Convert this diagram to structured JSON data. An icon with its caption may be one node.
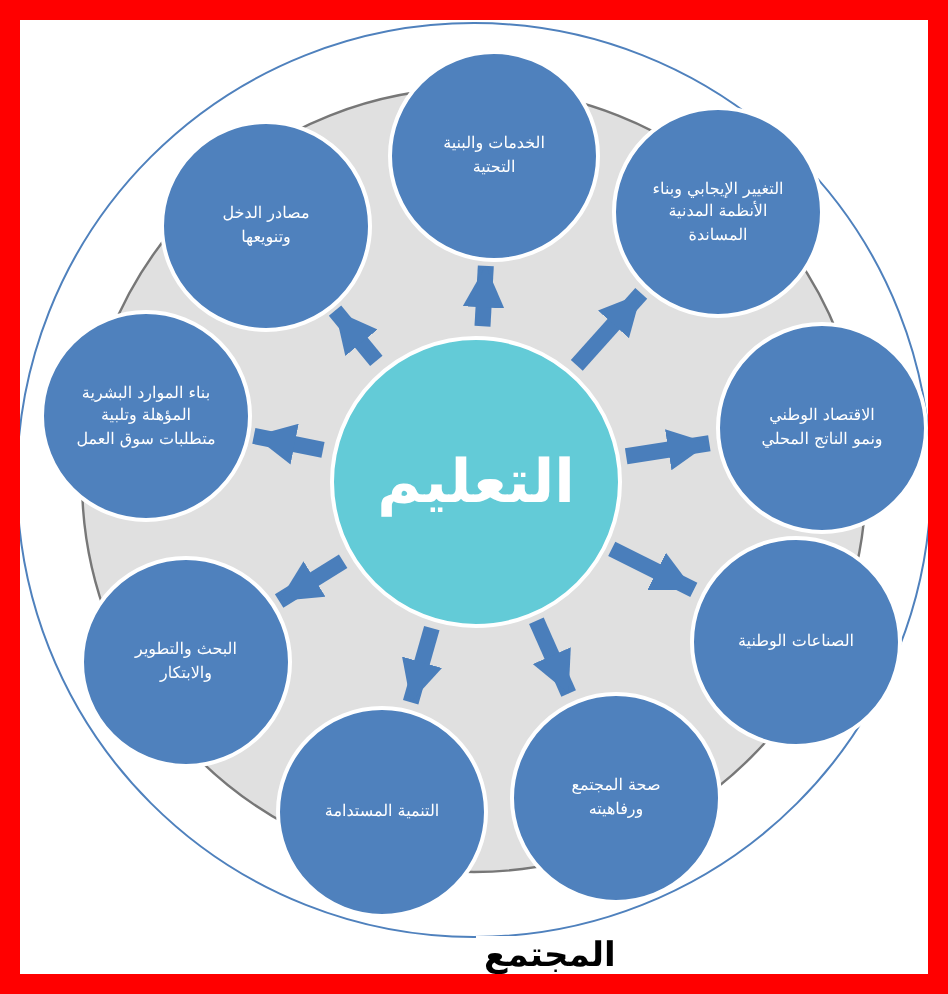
{
  "diagram": {
    "nodes": [
      {
        "text": [
          "المجتمع"
        ]
      },
      {
        "text": [
          "التعليم"
        ],
        "in": 0
      },
      {
        "text": [
          "الخدمات والبنية التحتية"
        ],
        "in": 0
      },
      {
        "text": [
          "التغيير الإيجابي وبناء الأنظمة المدنية المساندة"
        ],
        "in": 0
      },
      {
        "text": [
          "الاقتصاد الوطني ونمو الناتج المحلي"
        ],
        "in": 0
      },
      {
        "text": [
          "الصناعات الوطنية"
        ],
        "in": 0
      },
      {
        "text": [
          "صحة المجتمع ورفاهيته"
        ],
        "in": 0
      },
      {
        "text": [
          "التنمية المستدامة"
        ],
        "in": 0
      },
      {
        "text": [
          "البحث والتطوير والابتكار"
        ],
        "in": 0
      },
      {
        "text": [
          "بناء الموارد البشرية المؤهلة وتلبية متطلبات سوق العمل"
        ],
        "in": 0
      },
      {
        "text": [
          "مصادر الدخل وتنويعها"
        ],
        "in": 0
      }
    ],
    "edges": [
      {
        "from": 1,
        "to": 2,
        "arrow": "to"
      },
      {
        "from": 1,
        "to": 3,
        "arrow": "to"
      },
      {
        "from": 1,
        "to": 4,
        "arrow": "to"
      },
      {
        "from": 1,
        "to": 5,
        "arrow": "to"
      },
      {
        "from": 1,
        "to": 6,
        "arrow": "to"
      },
      {
        "from": 1,
        "to": 7,
        "arrow": "to"
      },
      {
        "from": 1,
        "to": 8,
        "arrow": "to"
      },
      {
        "from": 1,
        "to": 9,
        "arrow": "to"
      },
      {
        "from": 1,
        "to": 10,
        "arrow": "to"
      }
    ]
  }
}
